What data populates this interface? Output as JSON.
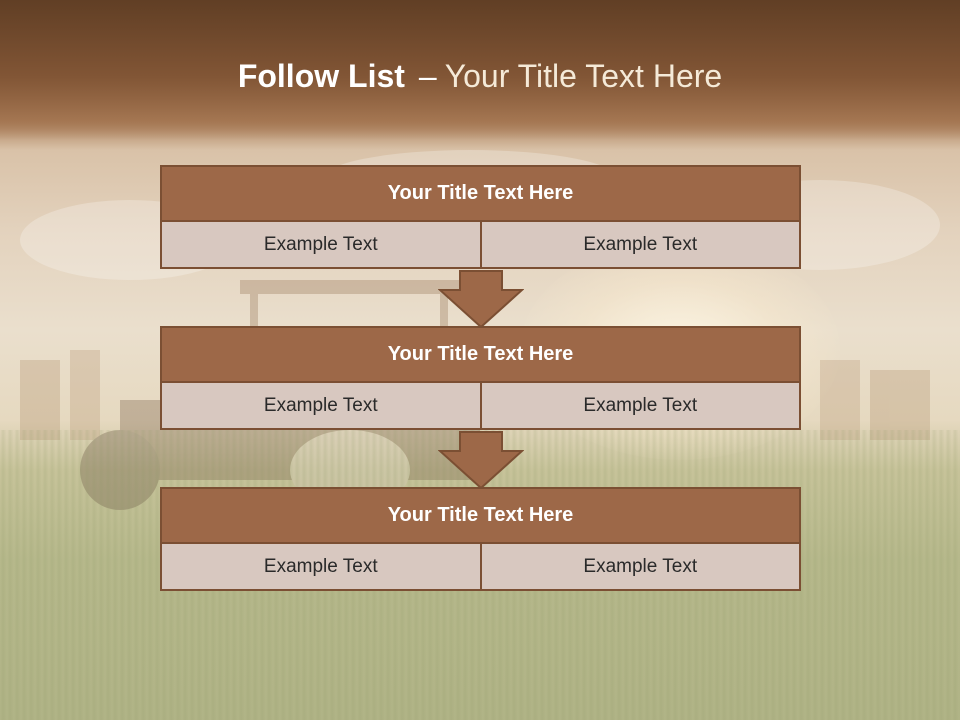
{
  "slide": {
    "title_bold": "Follow List",
    "title_sep": "–",
    "title_rest": "Your Title Text Here"
  },
  "blocks": [
    {
      "heading": "Your Title Text Here",
      "left": "Example Text",
      "right": "Example Text"
    },
    {
      "heading": "Your Title Text Here",
      "left": "Example Text",
      "right": "Example Text"
    },
    {
      "heading": "Your Title Text Here",
      "left": "Example Text",
      "right": "Example Text"
    }
  ],
  "colors": {
    "heading_fill": "#9d6848",
    "border": "#7b4f33",
    "cell_fill": "#d8c8c0",
    "arrow_fill": "#9d6848"
  }
}
